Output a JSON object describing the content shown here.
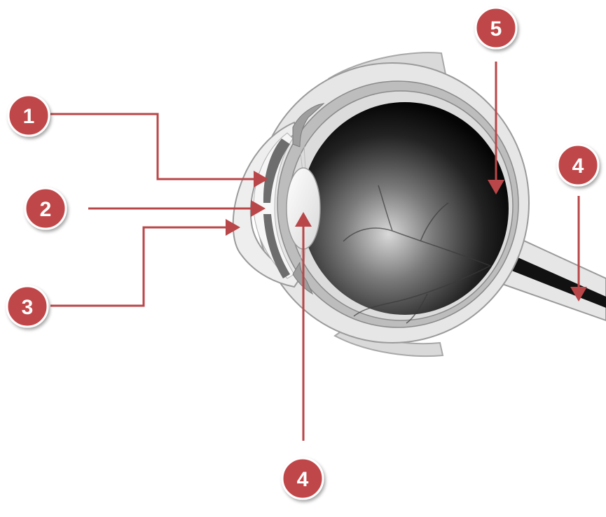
{
  "colors": {
    "marker": "#c0474a",
    "marker_ring": "#ffffff",
    "arrow": "#b94648",
    "sclera": "#e6e6e6",
    "vitreous_center": "#d8d8d8",
    "vitreous_edge": "#000000"
  },
  "markers": [
    {
      "id": "m1",
      "label": "1"
    },
    {
      "id": "m2",
      "label": "2"
    },
    {
      "id": "m3",
      "label": "3"
    },
    {
      "id": "m4a",
      "label": "4"
    },
    {
      "id": "m4b",
      "label": "4"
    },
    {
      "id": "m5",
      "label": "5"
    }
  ]
}
